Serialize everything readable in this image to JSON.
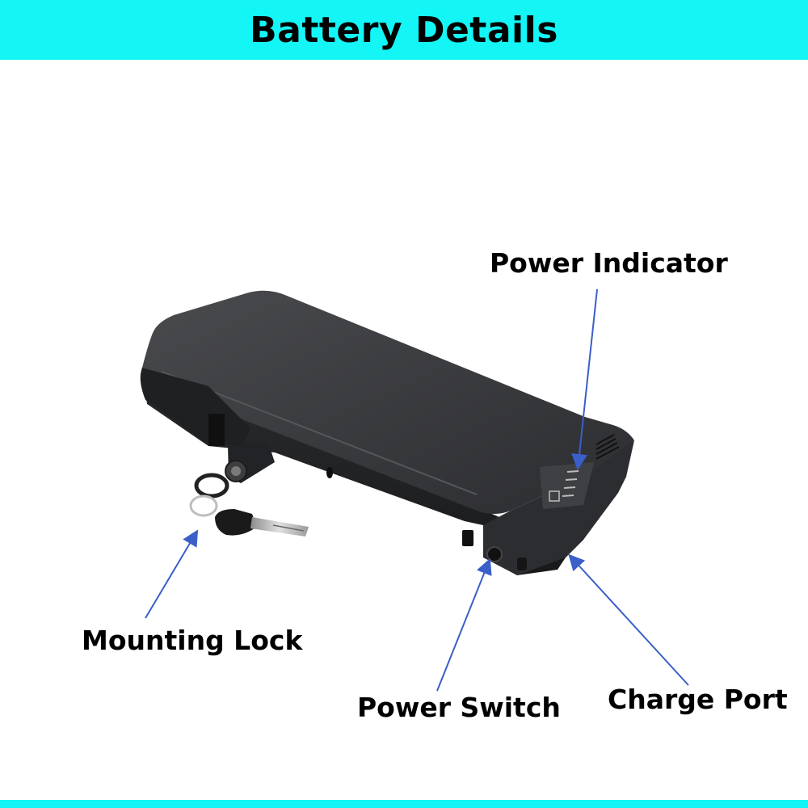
{
  "header": {
    "title": "Battery Details"
  },
  "callouts": {
    "power_indicator": "Power Indicator",
    "mounting_lock": "Mounting Lock",
    "power_switch": "Power Switch",
    "charge_port": "Charge Port"
  },
  "colors": {
    "header_bar": "#14f5f5",
    "arrow": "#3a5fc8",
    "battery_body": "#2a2b2d",
    "background": "#ffffff"
  }
}
